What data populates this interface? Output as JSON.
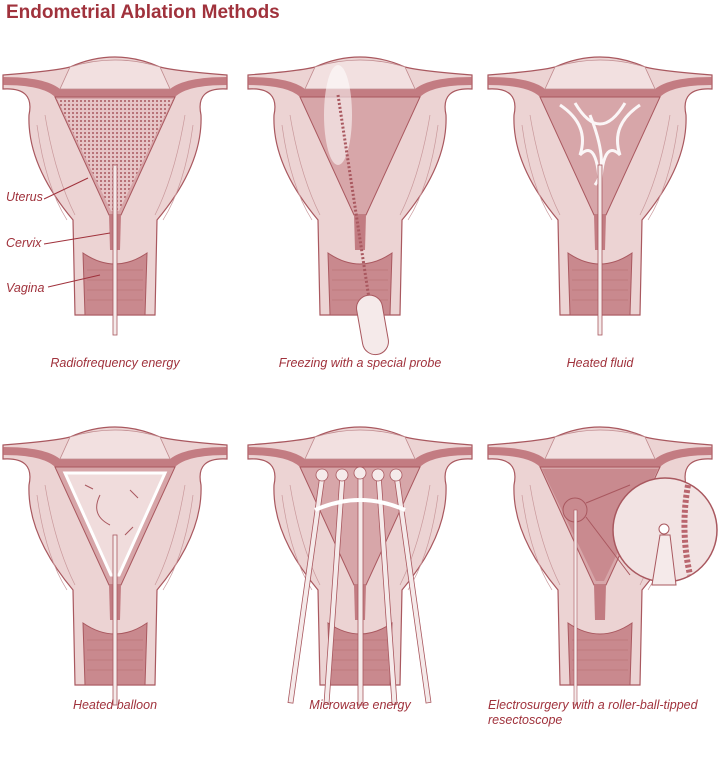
{
  "title": "Endometrial Ablation Methods",
  "anatomy_labels": {
    "uterus": "Uterus",
    "cervix": "Cervix",
    "vagina": "Vagina"
  },
  "panels": [
    {
      "caption": "Radiofrequency energy"
    },
    {
      "caption": "Freezing with a special probe"
    },
    {
      "caption": "Heated fluid"
    },
    {
      "caption": "Heated balloon"
    },
    {
      "caption": "Microwave energy"
    },
    {
      "caption": "Electrosurgery with a roller-ball-tipped resectoscope"
    }
  ],
  "colors": {
    "accent": "#a0323c",
    "tissue": "#ecd3d3",
    "tissue_dark": "#b9666e",
    "outline": "#a9585f"
  }
}
